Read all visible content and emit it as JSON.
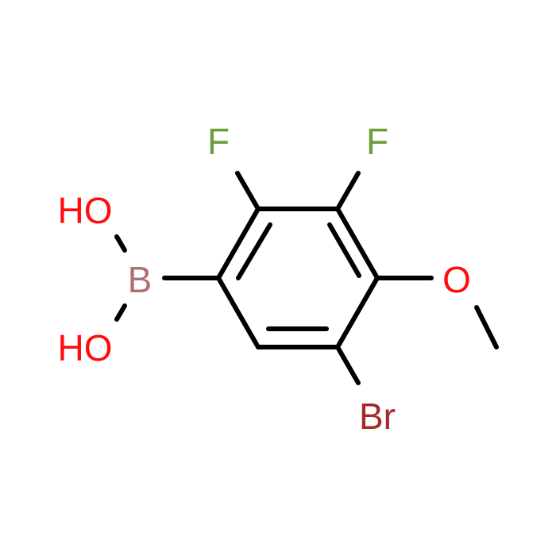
{
  "molecule": {
    "atoms": {
      "f_left": {
        "symbol": "F",
        "color": "#6b9e3a"
      },
      "f_right": {
        "symbol": "F",
        "color": "#6b9e3a"
      },
      "oh_top": {
        "symbol": "HO",
        "color": "#ff0d0d"
      },
      "boron": {
        "symbol": "B",
        "color": "#b07070"
      },
      "oh_bottom": {
        "symbol": "HO",
        "color": "#ff0d0d"
      },
      "oxygen": {
        "symbol": "O",
        "color": "#ff0d0d"
      },
      "bromine": {
        "symbol": "Br",
        "color": "#a52a2a"
      }
    },
    "bond_color": "#000000"
  }
}
